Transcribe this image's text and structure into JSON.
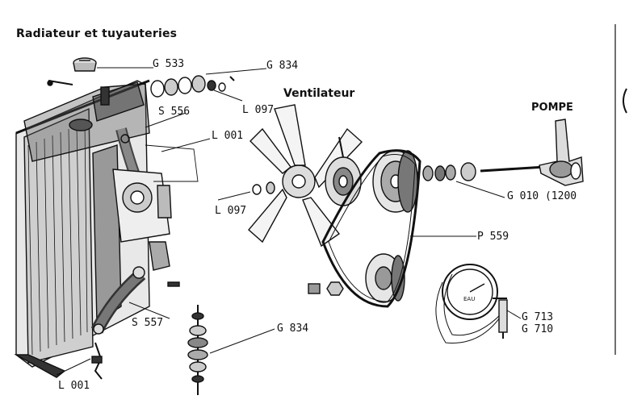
{
  "title": "Radiateur et tuyauteries",
  "headings": {
    "fan": "Ventilateur",
    "pump": "POMPE"
  },
  "labels": {
    "g533": "G 533",
    "g834_top": "G 834",
    "l097_top": "L 097",
    "s556": "S 556",
    "l001_top": "L 001",
    "l097_left": "L 097",
    "g010": "G 010 (1200",
    "p559": "P 559",
    "s557": "S 557",
    "g834_bottom": "G 834",
    "l001_bottom": "L 001",
    "g713": "G 713",
    "g710": "G 710"
  },
  "gauge_text": "EAU",
  "colors": {
    "ink": "#111111",
    "paper": "#ffffff"
  }
}
